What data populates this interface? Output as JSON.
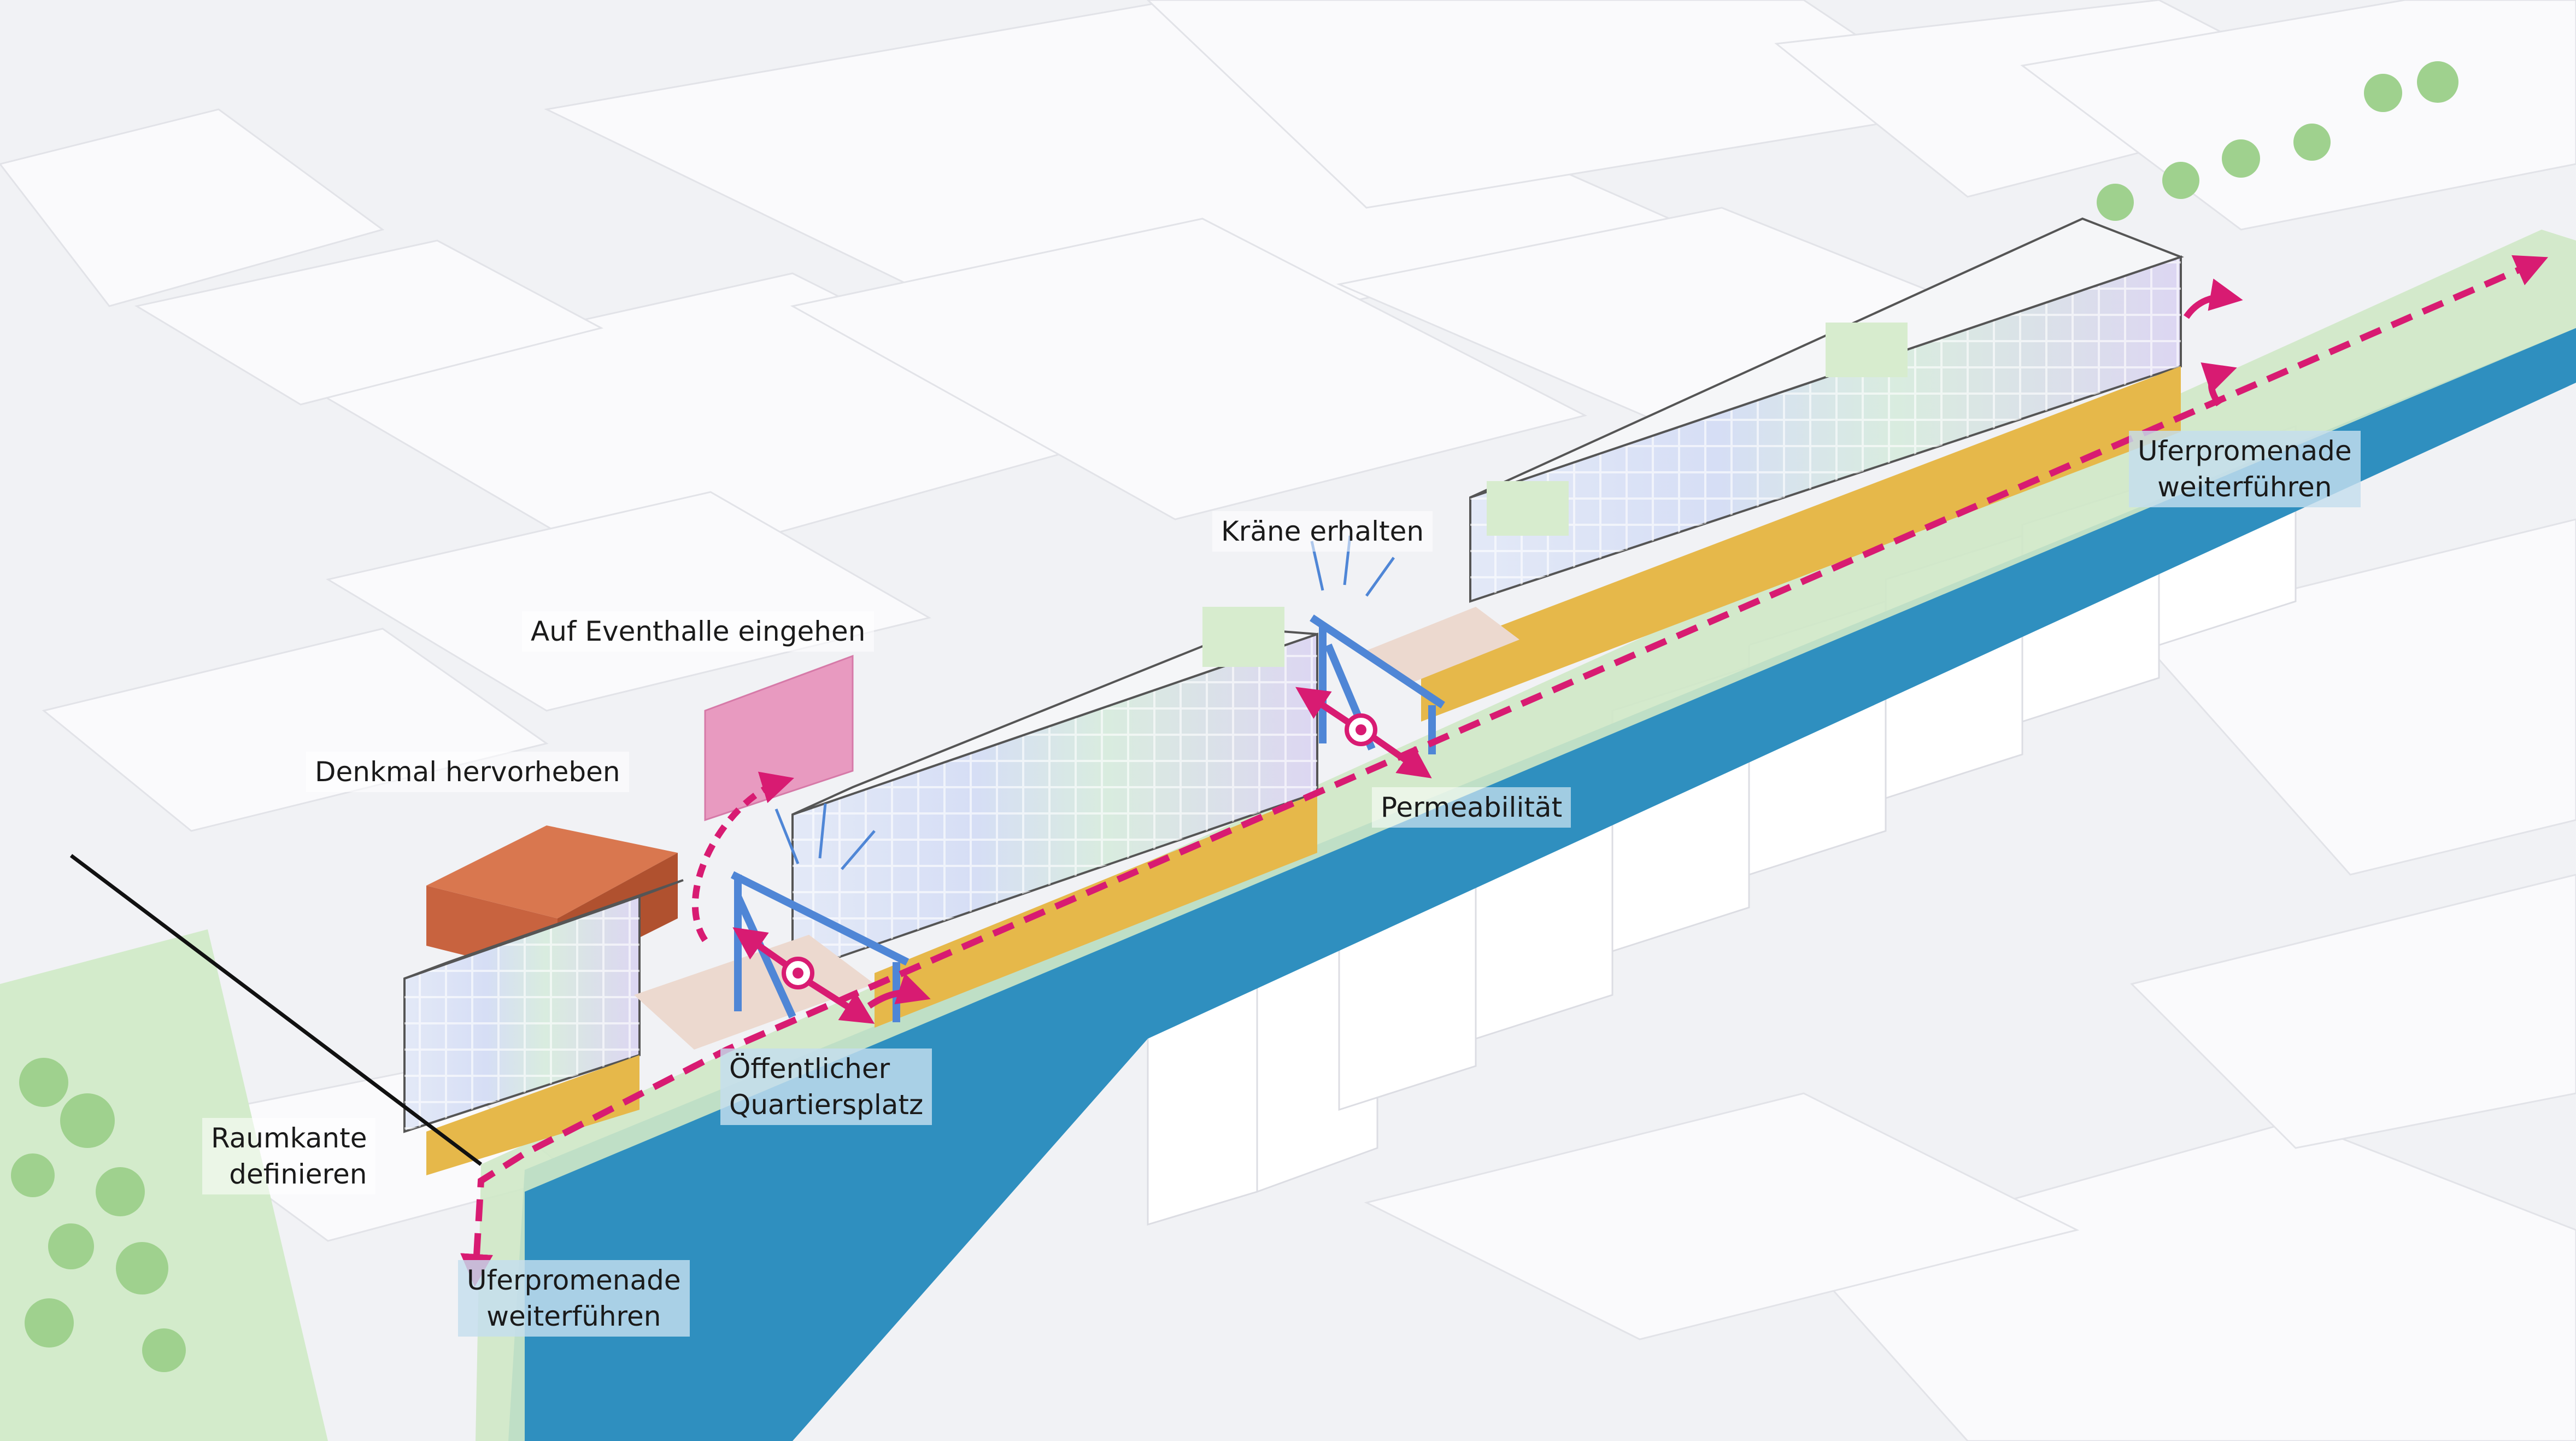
{
  "labels": {
    "kraene": "Kräne erhalten",
    "eventhalle": "Auf Eventhalle eingehen",
    "denkmal": "Denkmal hervorheben",
    "permeabilitaet": "Permeabilität",
    "uferpromenade_right_line1": "Uferpromenade",
    "uferpromenade_right_line2": "weiterführen",
    "platz_line1": "Öffentlicher",
    "platz_line2": "Quartiersplatz",
    "raumkante_line1": "Raumkante",
    "raumkante_line2": "definieren",
    "uferpromenade_left_line1": "Uferpromenade",
    "uferpromenade_left_line2": "weiterführen"
  },
  "colors": {
    "background": "#f1f2f5",
    "water": "#2f8fbf",
    "promenade": "#cfe8c6",
    "arrow_magenta": "#d81b72",
    "eventhalle": "#e89ac0",
    "denkmal": "#c8633f",
    "crane_blue": "#4f86d6",
    "ground_floor_gold": "#e6b84a",
    "label_box": "#c4deee"
  }
}
